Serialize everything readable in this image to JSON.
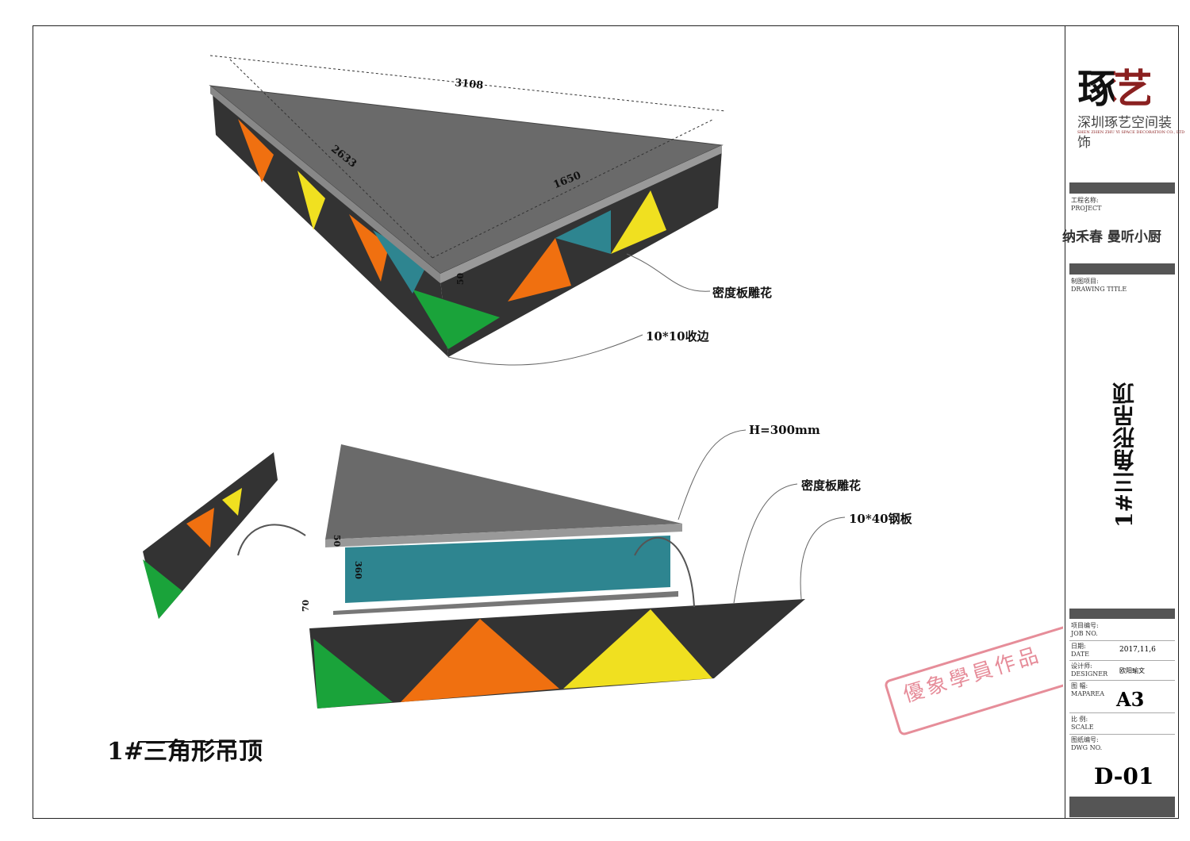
{
  "title_block": {
    "logo_text": "琢艺",
    "company_cn": "深圳琢艺空间装饰",
    "company_en": "SHEN ZHEN ZHU YI SPACE DECORATION CO., LTD",
    "project_label_cn": "工程名称:",
    "project_label_en": "PROJECT",
    "project_name": "纳禾春 曼听小厨",
    "drawing_title_label_cn": "制图项目:",
    "drawing_title_label_en": "DRAWING TITLE",
    "drawing_title": "1#三角形吊顶",
    "job_label_cn": "项目编号:",
    "job_label_en": "JOB NO.",
    "date_label_cn": "日期:",
    "date_label_en": "DATE",
    "date": "2017,11,6",
    "designer_label_cn": "设计师:",
    "designer_label_en": "DESIGNER",
    "designer": "欧阳瑜文",
    "maparea_label_cn": "图 幅:",
    "maparea_label_en": "MAPAREA",
    "maparea": "A3",
    "scale_label_cn": "比 例:",
    "scale_label_en": "SCALE",
    "dwg_label_cn": "图纸编号:",
    "dwg_label_en": "DWG NO.",
    "dwg_no": "D-01"
  },
  "dimensions": {
    "d1": "3108",
    "d2": "2633",
    "d3": "1650",
    "d4": "50",
    "d5": "50",
    "d6": "360",
    "d7": "70"
  },
  "annotations": {
    "a1": "密度板雕花",
    "a2": "10*10收边",
    "a3": "H=300mm",
    "a4": "密度板雕花",
    "a5": "10*40钢板"
  },
  "main_title": "1#三角形吊顶",
  "watermark": "優象學員作品",
  "colors": {
    "slab": "#6a6a6a",
    "teal": "#2e8590",
    "green": "#1aa33a",
    "orange": "#f07010",
    "yellow": "#f0e020",
    "dark": "#333333",
    "stamp": "#e07080"
  }
}
